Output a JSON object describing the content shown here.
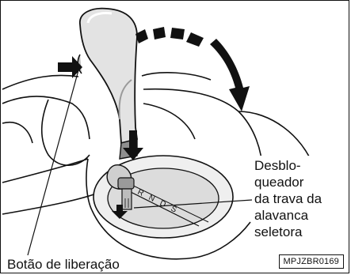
{
  "callouts": {
    "unlock_label": "Desblo-\nqueador\nda trava da\nalavanca\nseletora",
    "release_button_label": "Botão de liberação"
  },
  "figure_code": "MPJZBR0169",
  "colors": {
    "line": "#111111",
    "shade_light": "#e9e9e9",
    "shade_mid": "#c8c8c8",
    "shade_dark": "#9a9a9a"
  }
}
